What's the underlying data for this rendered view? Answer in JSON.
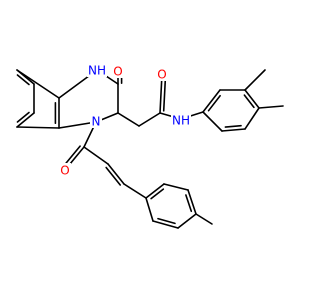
{
  "molecule": {
    "atom_labels": {
      "nh_ring": "NH",
      "n_ring": "N",
      "o_lactam": "O",
      "o_amide": "O",
      "nh_amide": "NH",
      "o_acryl": "O"
    },
    "colors": {
      "bond": "#000000",
      "nitrogen": "#0000ff",
      "oxygen": "#ff0000",
      "background": "#ffffff"
    }
  }
}
